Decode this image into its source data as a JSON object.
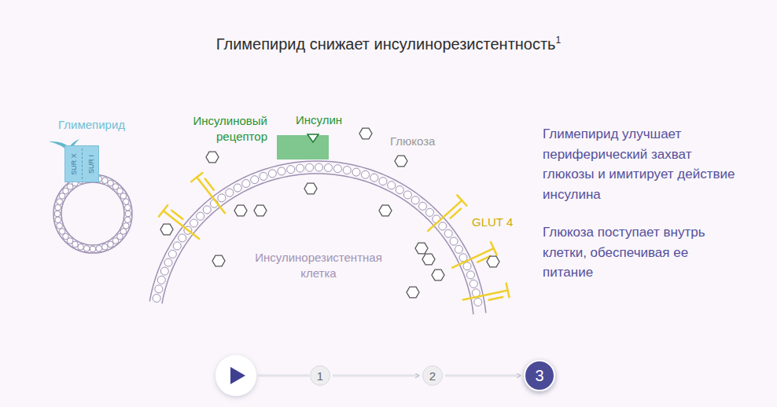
{
  "diagram": {
    "title": "Глимепирид снижает инсулинорезистентность",
    "nodes": [
      {
        "text": [
          "SUR X",
          "SUR I"
        ]
      },
      {
        "text": [
          "1"
        ]
      },
      {
        "text": [
          "2"
        ]
      },
      {
        "text": [
          "3"
        ]
      }
    ],
    "edges": [
      {
        "from": 1,
        "to": 2,
        "arrow": "to"
      },
      {
        "from": 2,
        "to": 3,
        "arrow": "to"
      }
    ],
    "labels": [
      "1",
      "Глимепирид",
      "Инсулиновый рецептор",
      "Инсулин",
      "Глюкоза",
      "GLUT 4",
      "Инсулинорезистентная клетка",
      "Глимепирид улучшает периферический захват глюкозы и имитирует действие инсулина",
      "Глюкоза поступает внутрь клетки, обеспечивая ее питание"
    ]
  }
}
